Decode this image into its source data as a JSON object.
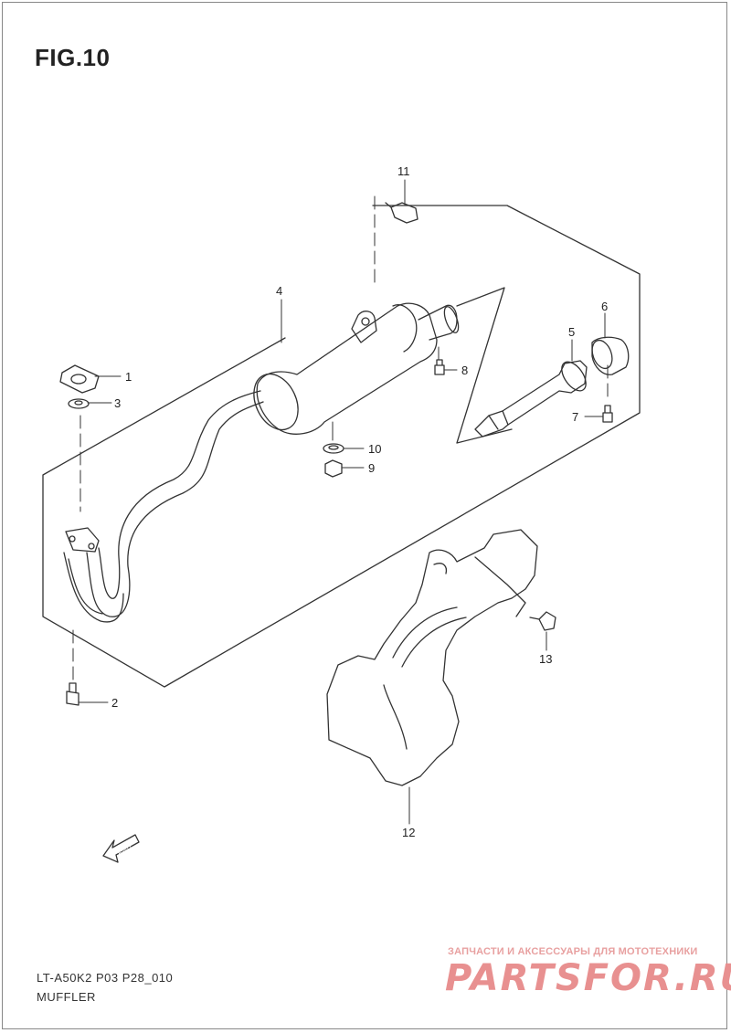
{
  "figure": {
    "title": "FIG.10",
    "model_code": "LT-A50K2 P03 P28_010",
    "name": "MUFFLER"
  },
  "callouts": [
    "1",
    "2",
    "3",
    "4",
    "5",
    "6",
    "7",
    "8",
    "9",
    "10",
    "11",
    "12",
    "13"
  ],
  "fwd_label": "FWD",
  "watermark": {
    "subtitle": "ЗАПЧАСТИ И АКСЕССУАРЫ ДЛЯ МОТОТЕХНИКИ",
    "logo": "PARTSFOR.RU"
  }
}
